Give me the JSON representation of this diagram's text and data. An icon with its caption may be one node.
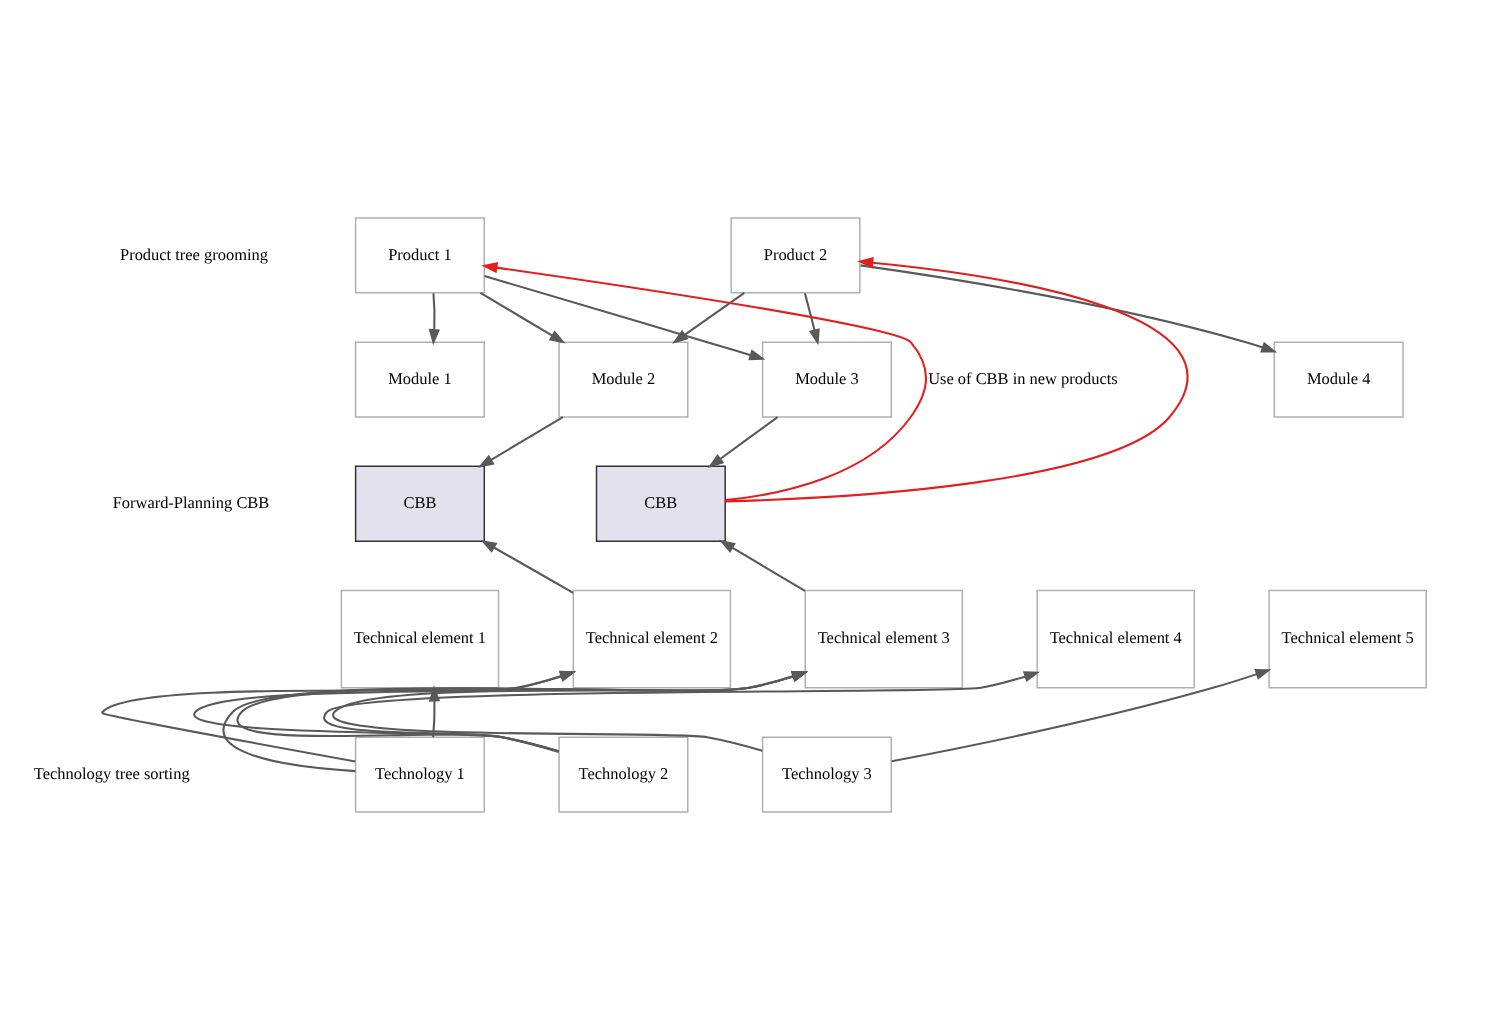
{
  "diagram": {
    "nodes": [
      {
        "text": [
          "Product 1"
        ]
      },
      {
        "text": [
          "Product 2"
        ]
      },
      {
        "text": [
          "Module 1"
        ]
      },
      {
        "text": [
          "Module 2"
        ]
      },
      {
        "text": [
          "Module 3"
        ]
      },
      {
        "text": [
          "Module 4"
        ]
      },
      {
        "text": [
          "CBB"
        ]
      },
      {
        "text": [
          "CBB"
        ]
      },
      {
        "text": [
          "Technical element 1"
        ]
      },
      {
        "text": [
          "Technical element 2"
        ]
      },
      {
        "text": [
          "Technical element 3"
        ]
      },
      {
        "text": [
          "Technical element 4"
        ]
      },
      {
        "text": [
          "Technical element 5"
        ]
      },
      {
        "text": [
          "Technology 1"
        ]
      },
      {
        "text": [
          "Technology 2"
        ]
      },
      {
        "text": [
          "Technology 3"
        ]
      }
    ],
    "edges": [
      {
        "from": 0,
        "to": 2,
        "arrow": "to"
      },
      {
        "from": 0,
        "to": 3,
        "arrow": "to"
      },
      {
        "from": 0,
        "to": 4,
        "arrow": "to"
      },
      {
        "from": 1,
        "to": 3,
        "arrow": "to"
      },
      {
        "from": 1,
        "to": 4,
        "arrow": "to"
      },
      {
        "from": 1,
        "to": 5,
        "arrow": "to"
      },
      {
        "from": 3,
        "to": 6,
        "arrow": "to"
      },
      {
        "from": 4,
        "to": 7,
        "arrow": "to"
      },
      {
        "from": 9,
        "to": 6,
        "arrow": "to"
      },
      {
        "from": 10,
        "to": 7,
        "arrow": "to"
      },
      {
        "from": 13,
        "to": 8,
        "arrow": "to"
      },
      {
        "from": 13,
        "to": 9,
        "arrow": "to"
      },
      {
        "from": 13,
        "to": 10,
        "arrow": "to"
      },
      {
        "from": 14,
        "to": 9,
        "arrow": "to"
      },
      {
        "from": 14,
        "to": 10,
        "arrow": "to"
      },
      {
        "from": 14,
        "to": 11,
        "arrow": "to"
      },
      {
        "from": 15,
        "to": 10,
        "arrow": "to"
      },
      {
        "from": 15,
        "to": 12,
        "arrow": "to"
      },
      {
        "from": 7,
        "to": 1,
        "arrow": "to",
        "color": "#e02020"
      },
      {
        "from": 7,
        "to": 0,
        "arrow": "to",
        "color": "#e02020",
        "label": "Use of CBB in new products"
      }
    ],
    "labels": [
      "Product tree grooming",
      "Forward-Planning CBB",
      "Technology tree sorting"
    ]
  }
}
